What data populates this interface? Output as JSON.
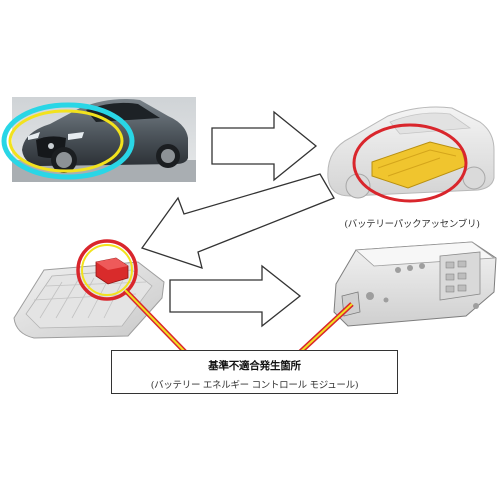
{
  "labels": {
    "assembly": "(バッテリーパックアッセンブリ)",
    "callout_title": "基準不適合発生箇所",
    "callout_subtitle": "(バッテリー エネルギー コントロール モジュール)"
  },
  "colors": {
    "highlight_red": "#d9262c",
    "car_ring_cyan": "#29d6e6",
    "car_ring_yellow": "#f2e21d",
    "battery_yellow": "#f0c52e",
    "leader_yellow": "#f0e020",
    "module_red": "#d92b2b"
  }
}
